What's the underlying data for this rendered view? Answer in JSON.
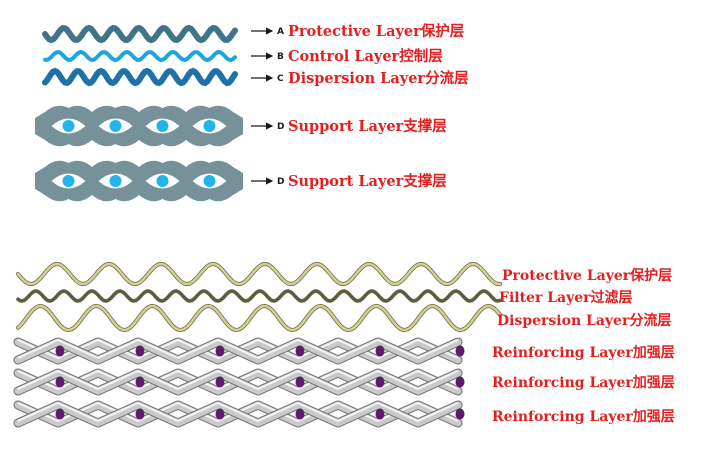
{
  "top_diagram": {
    "layers": [
      {
        "letter": "A",
        "label": "Protective Layer保护层"
      },
      {
        "letter": "B",
        "label": "Control Layer控制层"
      },
      {
        "letter": "C",
        "label": "Dispersion Layer分流层"
      },
      {
        "letter": "D",
        "label": "Support Layer支撑层"
      },
      {
        "letter": "D",
        "label": "Support Layer支撑层"
      }
    ],
    "colors": {
      "protective": "#3f7586",
      "control": "#1ea6dc",
      "dispersion": "#1f72a5",
      "support": "#76919a",
      "support_hole": "#22b4ea"
    }
  },
  "bottom_diagram": {
    "layers": [
      {
        "label": "Protective Layer保护层"
      },
      {
        "label": "Filter Layer过滤层"
      },
      {
        "label": "Dispersion Layer分流层"
      },
      {
        "label": "Reinforcing Layer加强层"
      },
      {
        "label": "Reinforcing Layer加强层"
      },
      {
        "label": "Reinforcing Layer加强层"
      }
    ],
    "colors": {
      "mesh_wire": "#d4cf94",
      "filter_wire": "#5a5a3c",
      "reinforcing_wire": "#c9c9c9",
      "knot": "#5e1a70",
      "label": "#e41f1f"
    }
  }
}
